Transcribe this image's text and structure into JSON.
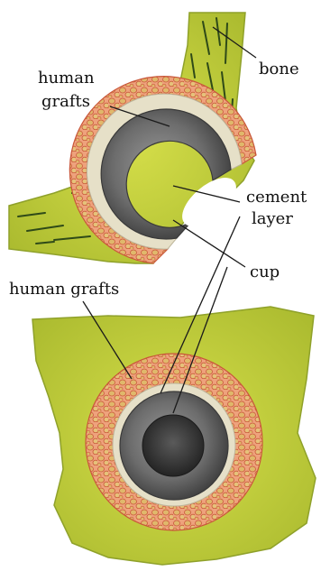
{
  "labels": {
    "bone": "bone",
    "human_grafts_top_1": "human",
    "human_grafts_top_2": "grafts",
    "cement_1": "cement",
    "cement_2": "layer",
    "cup": "cup",
    "human_grafts_bottom": "human grafts"
  },
  "colors": {
    "bone": "#c9d63a",
    "bone_dark": "#8fa12a",
    "bone_streak": "#2f4a18",
    "graft_fill": "#eea27c",
    "graft_bead": "#e0b86b",
    "graft_edge": "#c9573a",
    "cement": "#e6e0c8",
    "cup": "#6c6c6c",
    "cup_dark": "#3a3a3a",
    "leader_line": "#1a1a1a"
  }
}
